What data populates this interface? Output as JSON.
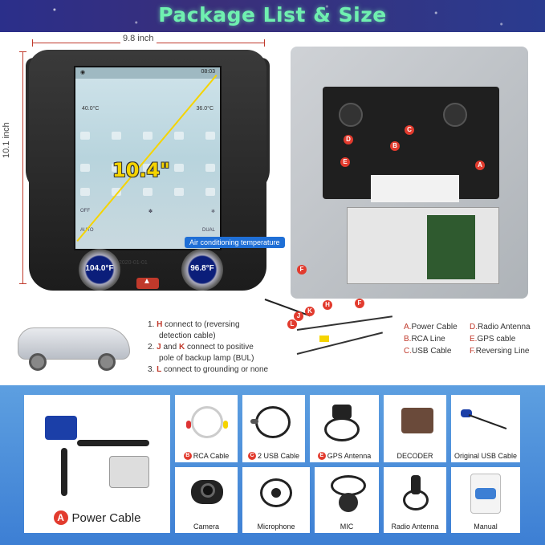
{
  "header": {
    "title": "Package List & Size"
  },
  "dimensions": {
    "width_label": "9.8 inch",
    "height_label": "10.1 inch"
  },
  "head_unit": {
    "screen_size": "10.4\"",
    "time": "08:03",
    "left_temp_small": "40.0°C",
    "right_temp_small": "36.0°C",
    "left_knob_temp": "104.0°F",
    "right_knob_temp": "96.8°F",
    "ac_tag": "Air conditioning temperature",
    "date": "2020-01-01",
    "off_label": "OFF",
    "auto_label": "AUTO",
    "dual_label": "DUAL"
  },
  "back_badges": [
    "A",
    "B",
    "C",
    "D",
    "E",
    "F"
  ],
  "wire_badges": [
    "H",
    "K",
    "J",
    "L",
    "F"
  ],
  "connection_notes": [
    {
      "num": "1.",
      "parts": [
        {
          "hl": "H"
        },
        {
          "t": " connect to (reversing"
        }
      ],
      "cont": "detection cable)"
    },
    {
      "num": "2.",
      "parts": [
        {
          "hl": "J"
        },
        {
          "t": " and "
        },
        {
          "hl": "K"
        },
        {
          "t": " connect to positive"
        }
      ],
      "cont": "pole of backup lamp (BUL)"
    },
    {
      "num": "3.",
      "parts": [
        {
          "hl": "L"
        },
        {
          "t": " connect to grounding or none"
        }
      ],
      "cont": ""
    }
  ],
  "legend": [
    [
      "A.",
      "Power Cable",
      "D.",
      "Radio Antenna"
    ],
    [
      "B.",
      "RCA Line",
      "E.",
      "GPS cable"
    ],
    [
      "C.",
      "USB Cable",
      "F.",
      "Reversing Line"
    ]
  ],
  "package_items": [
    {
      "id": "power",
      "badge": "A",
      "label": "Power Cable"
    },
    {
      "id": "rca",
      "badge": "B",
      "label": "RCA Cable"
    },
    {
      "id": "usb2",
      "badge": "C",
      "label": "2 USB Cable"
    },
    {
      "id": "gps",
      "badge": "E",
      "label": "GPS Antenna"
    },
    {
      "id": "decoder",
      "badge": "",
      "label": "DECODER"
    },
    {
      "id": "orig-usb",
      "badge": "",
      "label": "Original USB Cable"
    },
    {
      "id": "camera",
      "badge": "",
      "label": "Camera"
    },
    {
      "id": "microphone",
      "badge": "",
      "label": "Microphone"
    },
    {
      "id": "mic",
      "badge": "",
      "label": "MIC"
    },
    {
      "id": "radio",
      "badge": "",
      "label": "Radio Antenna"
    },
    {
      "id": "manual",
      "badge": "",
      "label": "Manual"
    }
  ],
  "colors": {
    "accent_red": "#e23b2e",
    "package_bg": "#4a8ddb",
    "title_green": "#6ff0b0",
    "screen_label_yellow": "#f5d400"
  }
}
